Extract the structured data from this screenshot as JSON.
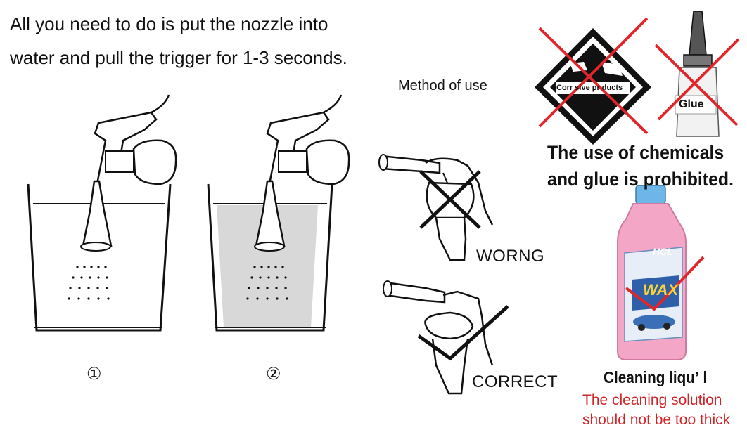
{
  "intro": {
    "line1": "All you need to do is put the nozzle into",
    "line2": "water and pull the trigger for 1-3 seconds."
  },
  "method_title": "Method of use",
  "steps": [
    {
      "number": "①"
    },
    {
      "number": "②"
    }
  ],
  "usage": {
    "wrong_label": "WORNG",
    "correct_label": "CORRECT"
  },
  "prohibited": {
    "corrosive_label": "Corr sive pr ducts",
    "glue_label": "Glue",
    "line1": "The use of chemicals",
    "line2": "and glue is prohibited."
  },
  "liquid": {
    "bottle_brand": "HCL",
    "bottle_text": "WAX",
    "title": "Cleaning liquʼ l",
    "note_line1": "The cleaning solution",
    "note_line2": "should not be too thick"
  },
  "colors": {
    "cross": "#e0262b",
    "check": "#e0262b",
    "note_text": "#d0262a",
    "water": "#d8d8d8",
    "bottle": "#f4a6c6"
  }
}
